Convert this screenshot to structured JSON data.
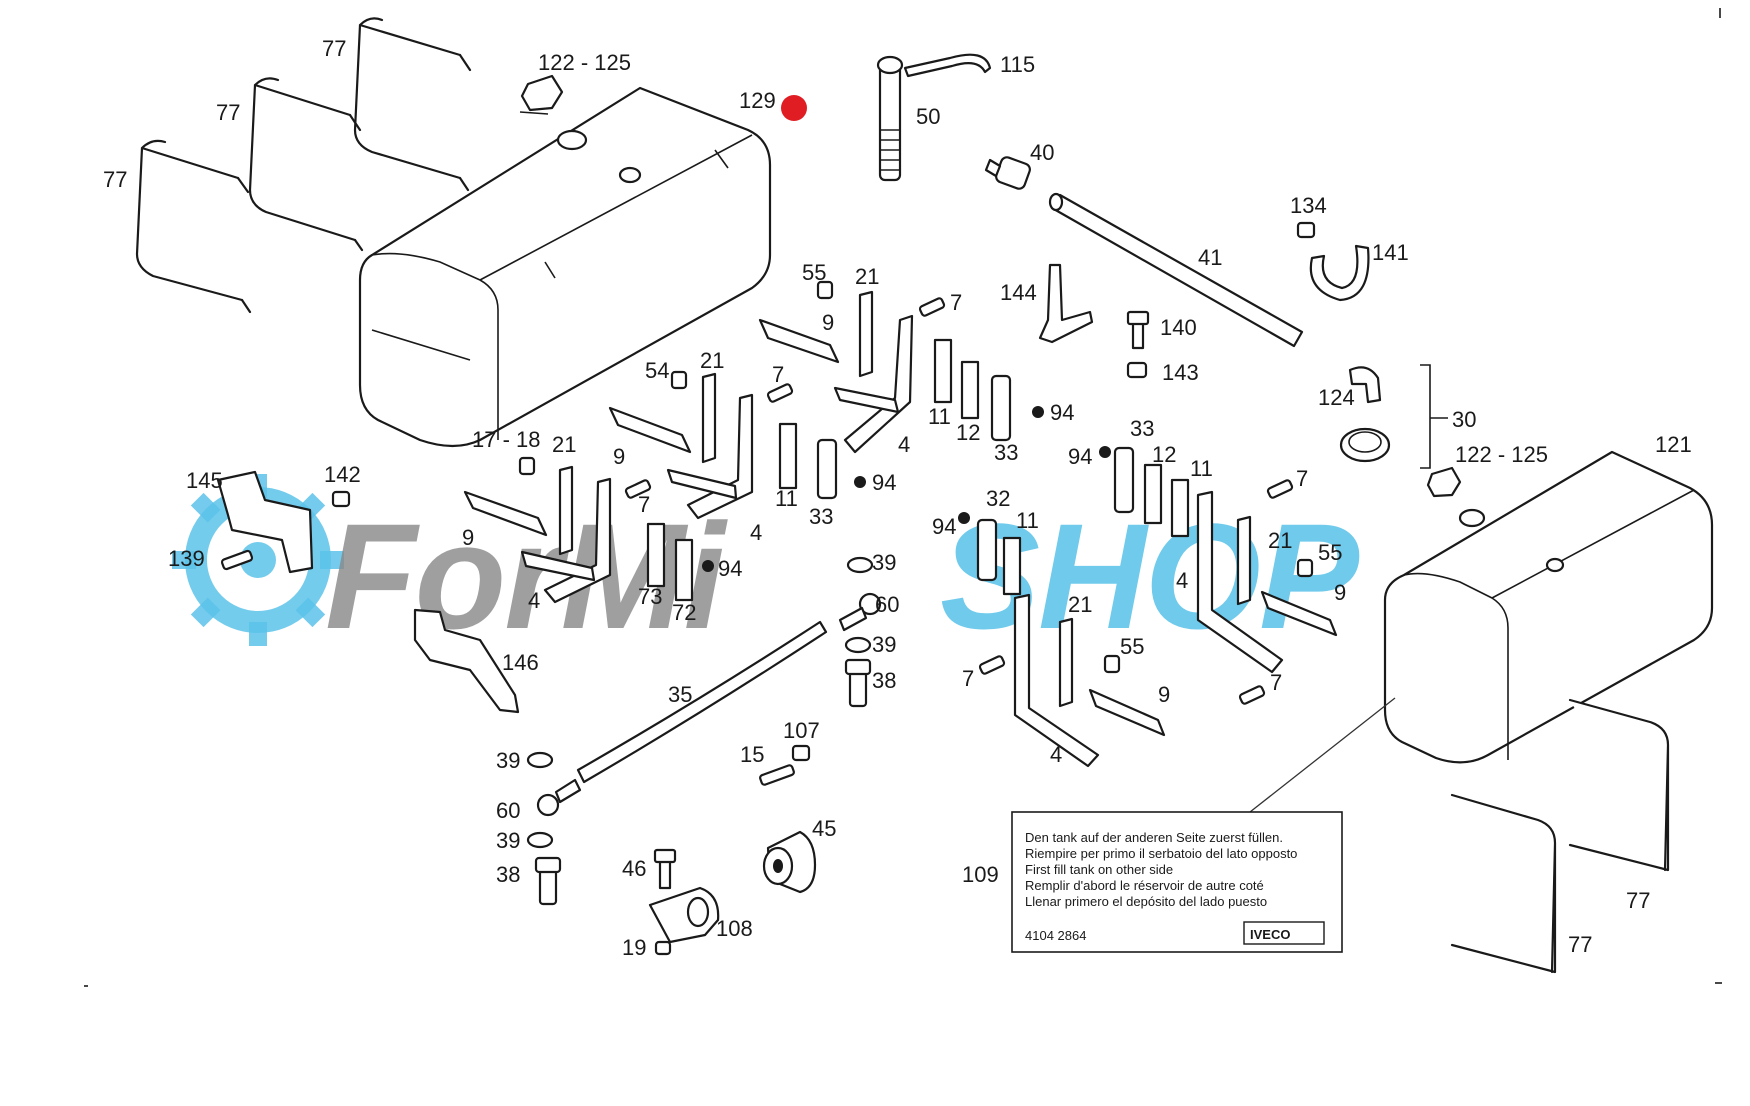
{
  "diagram": {
    "highlight_color": "#e11d24",
    "watermark": {
      "left_text": "ForMi",
      "right_text": "SHOP",
      "left_color": "#8a8a8a",
      "right_color": "#5cc3ea",
      "icon": "gear-icon"
    },
    "callouts": {
      "c77a": "77",
      "c77b": "77",
      "c77c": "77",
      "c77d": "77",
      "c77e": "77",
      "c122a": "122 - 125",
      "c122b": "122 - 125",
      "c129": "129",
      "c115": "115",
      "c50": "50",
      "c40": "40",
      "c134": "134",
      "c141": "141",
      "c41": "41",
      "c144": "144",
      "c140": "140",
      "c143": "143",
      "c124": "124",
      "c30": "30",
      "c121": "121",
      "c55a": "55",
      "c21a": "21",
      "c9a": "9",
      "c7a": "7",
      "c11a": "11",
      "c12a": "12",
      "c33a": "33",
      "c94a": "94",
      "c4a": "4",
      "c54": "54",
      "c21b": "21",
      "c7b": "7",
      "c9b": "9",
      "c11b": "11",
      "c33b": "33",
      "c94b": "94",
      "c4b": "4",
      "c17": "17 - 18",
      "c21c": "21",
      "c7c": "7",
      "c9c": "9",
      "c4c": "4",
      "c73": "73",
      "c72": "72",
      "c94c": "94",
      "c145": "145",
      "c142": "142",
      "c139": "139",
      "c146": "146",
      "c39a": "39",
      "c60a": "60",
      "c39b": "39",
      "c38a": "38",
      "c35": "35",
      "c39c": "39",
      "c60b": "60",
      "c39d": "39",
      "c38b": "38",
      "c15": "15",
      "c107": "107",
      "c45": "45",
      "c46": "46",
      "c108": "108",
      "c19": "19",
      "c94d": "94",
      "c33c": "33",
      "c12b": "12",
      "c11c": "11",
      "c7d": "7",
      "c94e": "94",
      "c32": "32",
      "c11d": "11",
      "c21d": "21",
      "c55b": "55",
      "c4d": "4",
      "c9d": "9",
      "c7e": "7",
      "c21e": "21",
      "c55c": "55",
      "c7f": "7",
      "c9e": "9",
      "c4e": "4",
      "c109": "109"
    },
    "decal": {
      "lines": [
        "Den tank auf der anderen Seite zuerst füllen.",
        "Riempire per primo il serbatoio del lato opposto",
        "First fill tank on other side",
        "Remplir d'abord le réservoir de autre coté",
        "Llenar primero el depósito del lado puesto"
      ],
      "part_number": "4104 2864",
      "brand": "IVECO"
    }
  }
}
